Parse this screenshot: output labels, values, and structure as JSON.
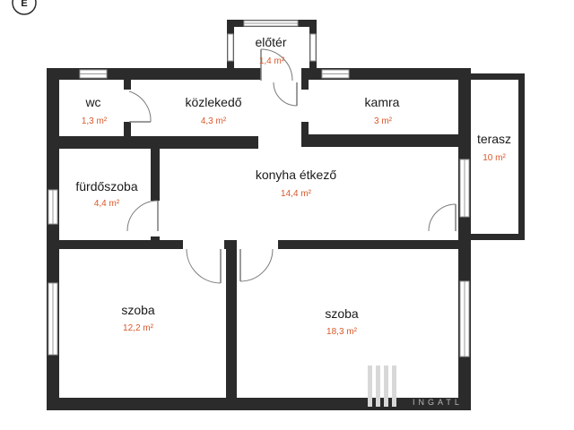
{
  "compass": {
    "label": "E"
  },
  "rooms": {
    "eloter": {
      "name": "előtér",
      "area": "1,4 m²"
    },
    "wc": {
      "name": "wc",
      "area": "1,3 m²"
    },
    "kozlekedo": {
      "name": "közlekedő",
      "area": "4,3 m²"
    },
    "kamra": {
      "name": "kamra",
      "area": "3 m²"
    },
    "terasz": {
      "name": "terasz",
      "area": "10 m²"
    },
    "furdoszoba": {
      "name": "fürdőszoba",
      "area": "4,4 m²"
    },
    "konyha": {
      "name": "konyha étkező",
      "area": "14,4 m²"
    },
    "szoba1": {
      "name": "szoba",
      "area": "12,2 m²"
    },
    "szoba2": {
      "name": "szoba",
      "area": "18,3 m²"
    }
  },
  "watermark": {
    "text": "INGATL"
  },
  "colors": {
    "wall": "#2b2b2b",
    "area_text": "#d9582b",
    "label_text": "#1a1a1a"
  }
}
